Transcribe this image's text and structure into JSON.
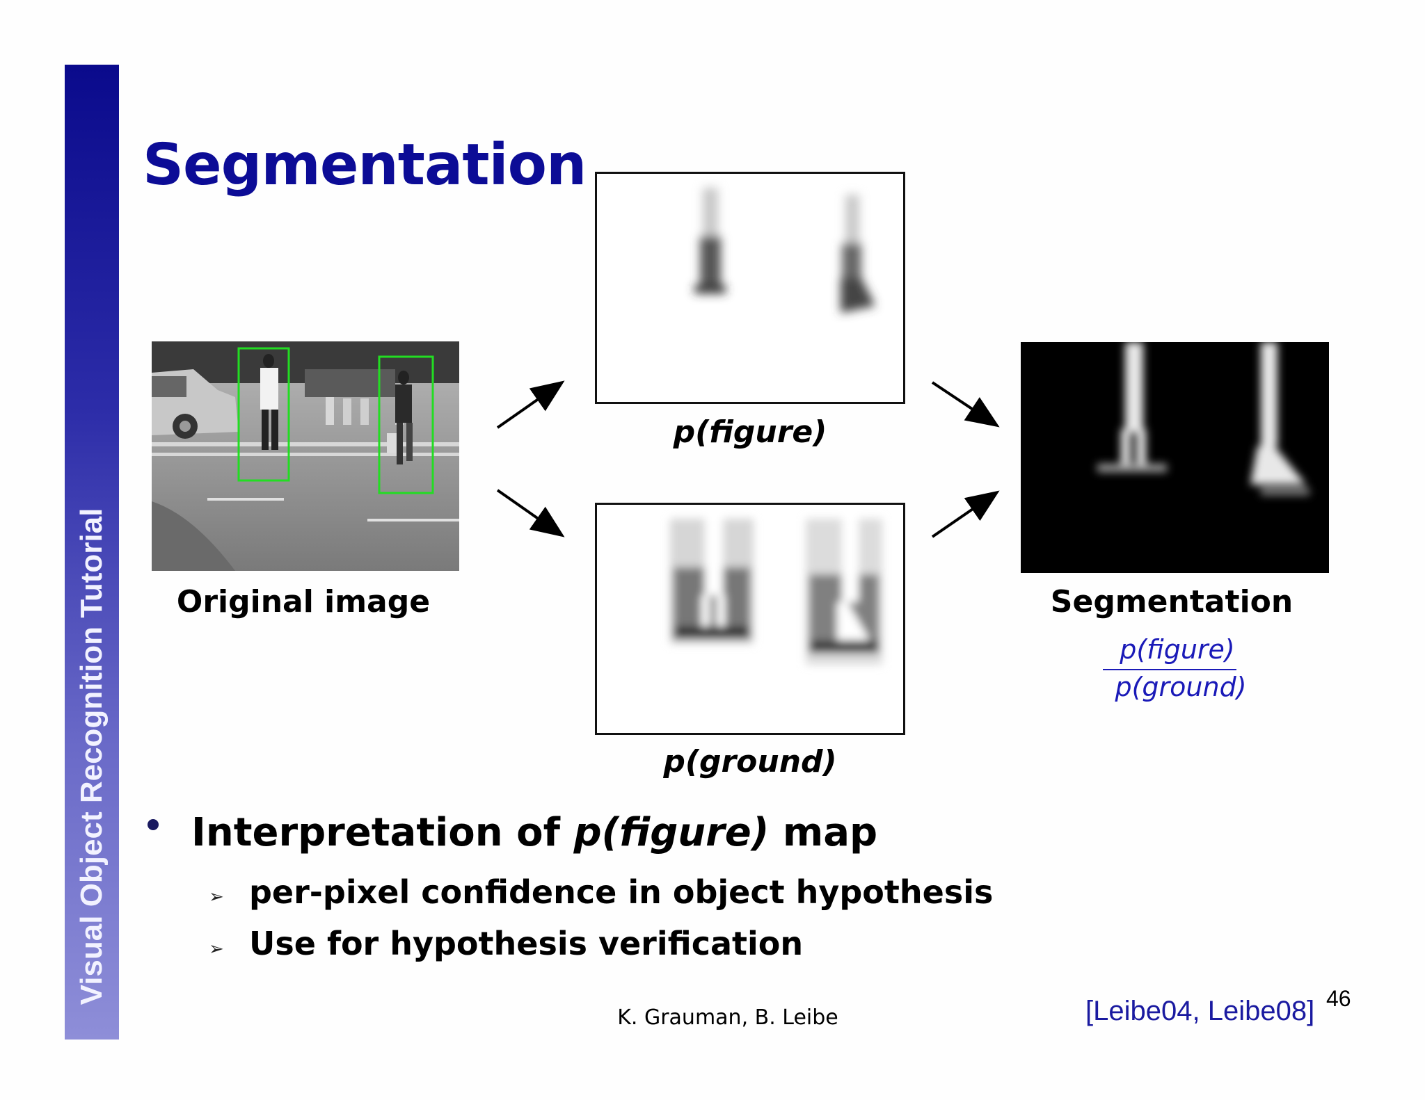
{
  "sidebar": {
    "text": "Visual Object Recognition Tutorial"
  },
  "title": "Segmentation",
  "panels": {
    "original": {
      "caption": "Original image"
    },
    "figure": {
      "caption": "p(figure)"
    },
    "ground": {
      "caption": "p(ground)"
    },
    "segmentation": {
      "caption": "Segmentation",
      "numerator": "p(figure)",
      "denominator": "p(ground)"
    }
  },
  "bullets": {
    "main_prefix": "Interpretation of ",
    "main_italic": "p(figure)",
    "main_suffix": " map",
    "sub": [
      "per-pixel confidence in object hypothesis",
      "Use for hypothesis verification"
    ],
    "sub_marker": "➢"
  },
  "footer": {
    "authors": "K. Grauman, B. Leibe",
    "reference": "[Leibe04, Leibe08]",
    "page": "46"
  },
  "colors": {
    "title": "#0c0c96",
    "detection_box": "#22dd22",
    "fraction": "#1a1ab8"
  }
}
